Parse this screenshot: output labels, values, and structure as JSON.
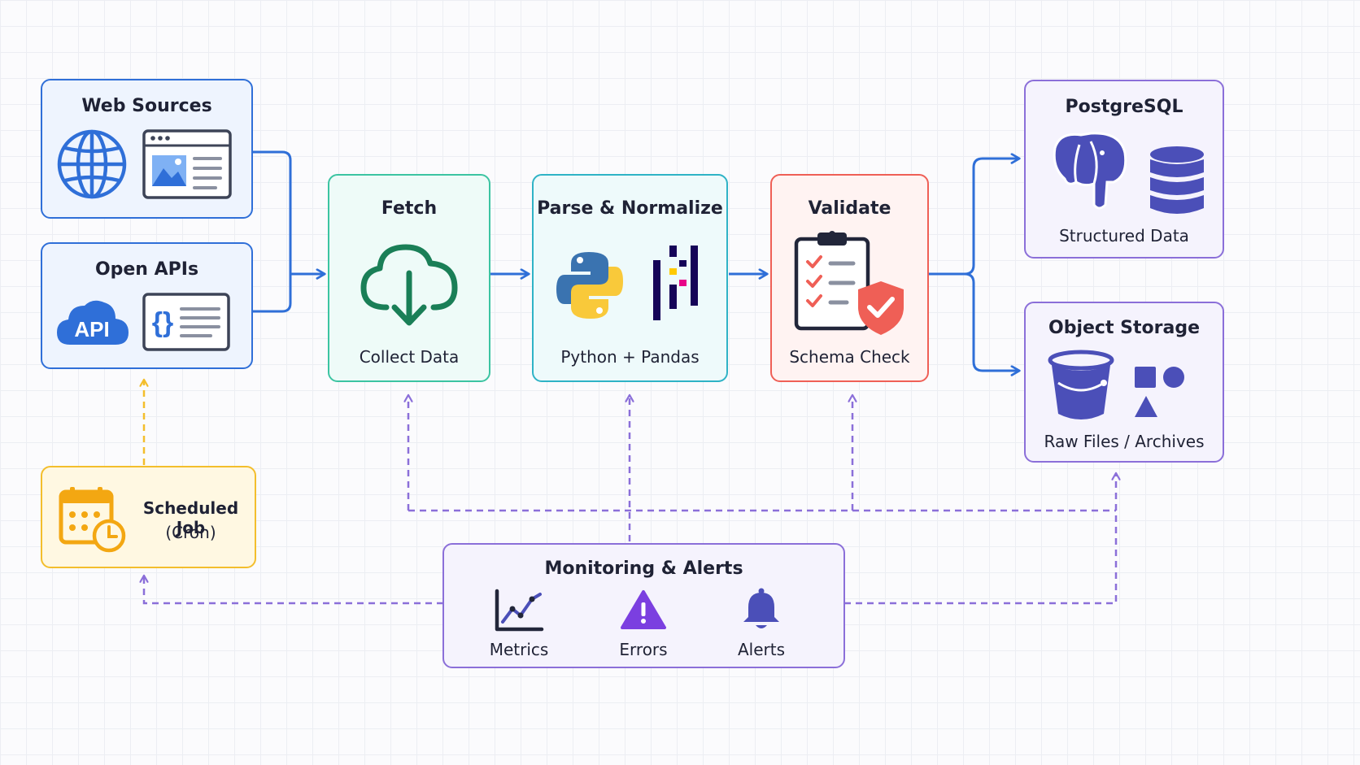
{
  "nodes": {
    "web_sources": {
      "title": "Web Sources"
    },
    "open_apis": {
      "title": "Open APIs",
      "api_badge": "API"
    },
    "fetch": {
      "title": "Fetch",
      "subtitle": "Collect Data"
    },
    "parse": {
      "title": "Parse & Normalize",
      "subtitle": "Python + Pandas"
    },
    "validate": {
      "title": "Validate",
      "subtitle": "Schema Check"
    },
    "postgres": {
      "title": "PostgreSQL",
      "subtitle": "Structured Data"
    },
    "object_storage": {
      "title": "Object Storage",
      "subtitle": "Raw Files / Archives"
    },
    "scheduler": {
      "title": "Scheduled Job",
      "subtitle": "(Cron)"
    },
    "monitoring": {
      "title": "Monitoring & Alerts",
      "items": [
        {
          "label": "Metrics",
          "icon": "line-chart-icon"
        },
        {
          "label": "Errors",
          "icon": "warning-icon"
        },
        {
          "label": "Alerts",
          "icon": "bell-icon"
        }
      ]
    }
  },
  "colors": {
    "flow": "#2f6fd8",
    "monitor": "#8b6fd9",
    "schedule": "#f3be2c",
    "validate": "#ef5f56"
  }
}
